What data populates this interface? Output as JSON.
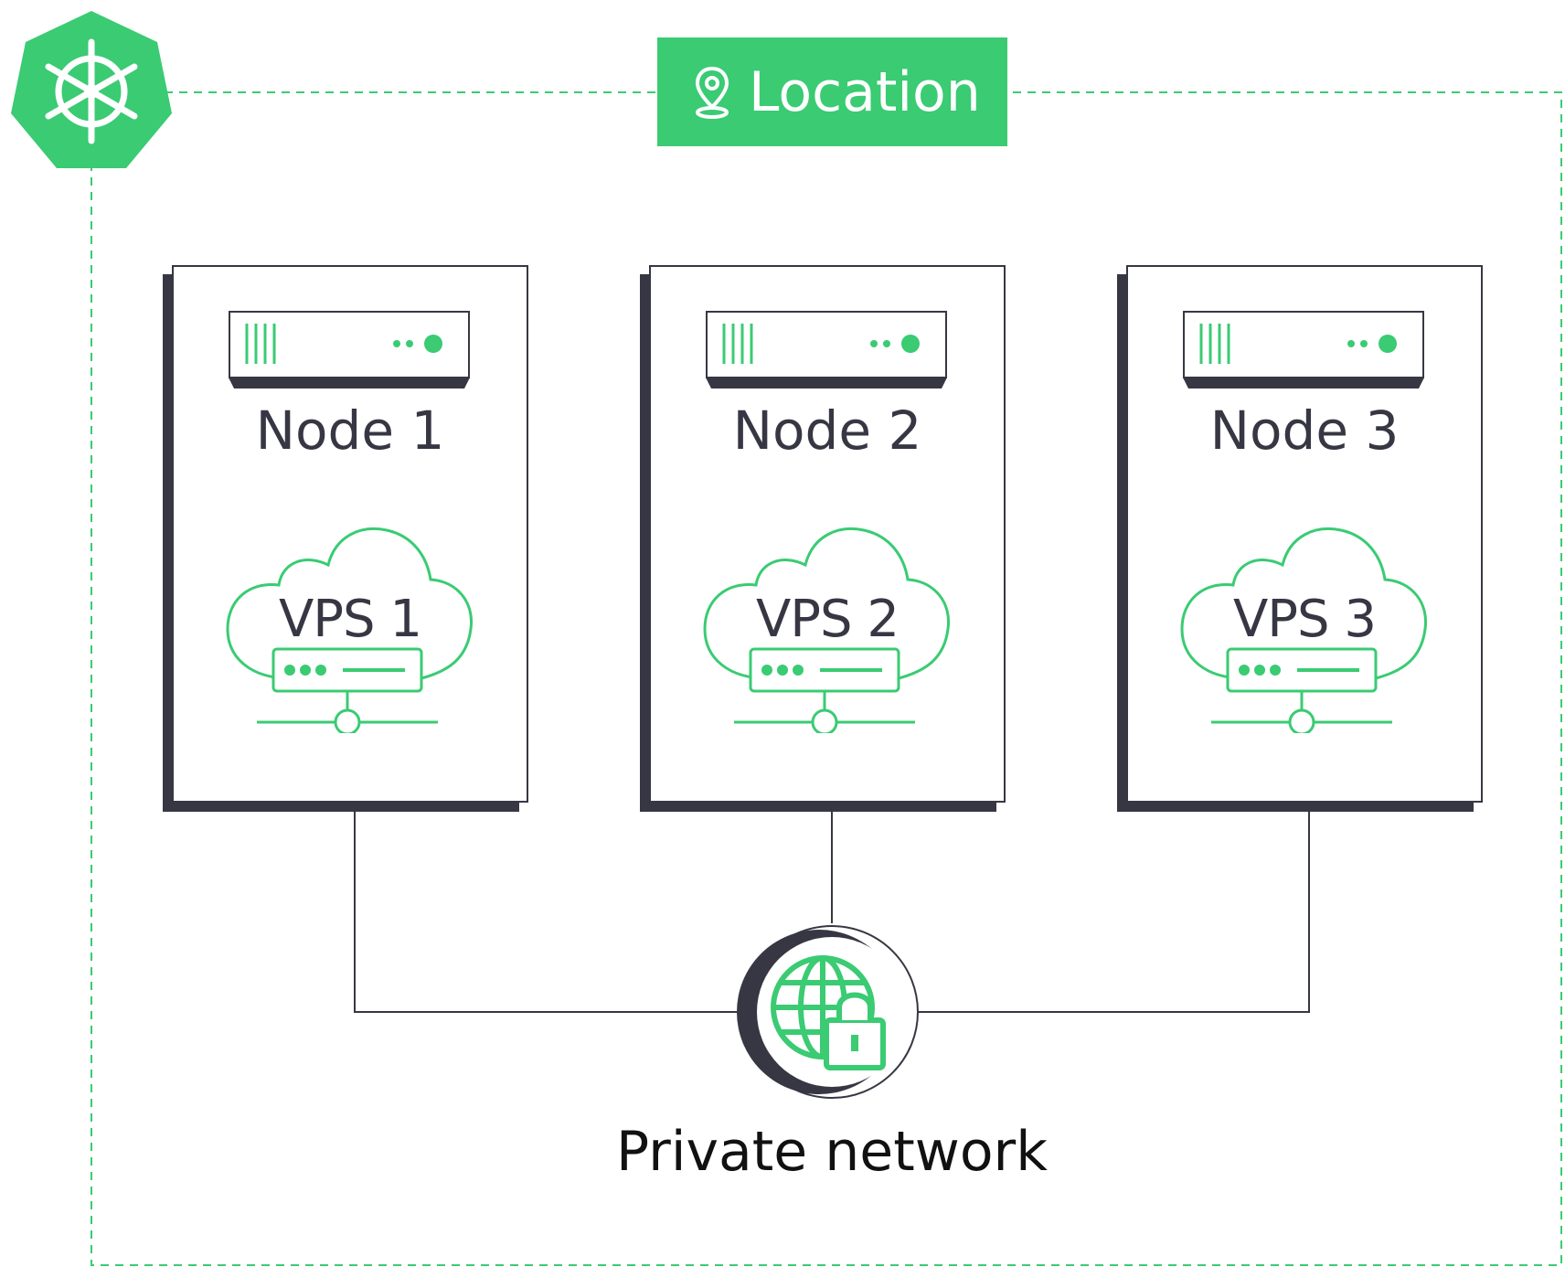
{
  "location": {
    "label": "Location"
  },
  "nodes": [
    {
      "name": "Node 1",
      "vps": "VPS 1"
    },
    {
      "name": "Node 2",
      "vps": "VPS 2"
    },
    {
      "name": "Node 3",
      "vps": "VPS 3"
    }
  ],
  "network": {
    "label": "Private network"
  },
  "icons": {
    "cluster": "kubernetes-helm-icon",
    "location": "map-pin-icon",
    "server": "server-rack-icon",
    "vps": "cloud-server-icon",
    "network": "globe-lock-icon"
  },
  "colors": {
    "accent": "#3acb73",
    "dark": "#373744",
    "text": "#111111"
  }
}
